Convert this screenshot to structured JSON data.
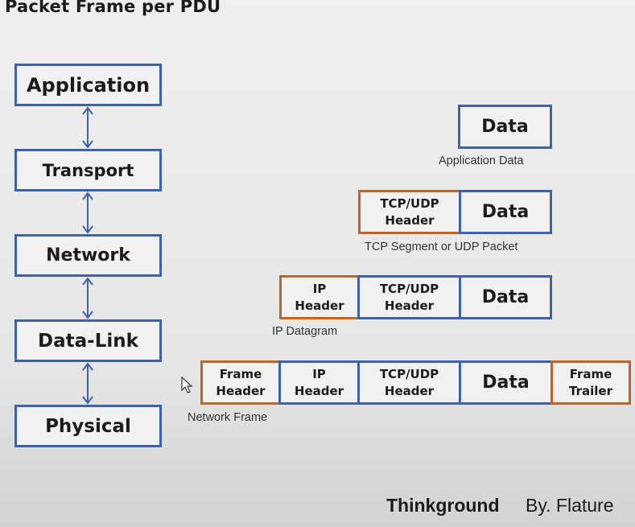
{
  "title": "Packet Frame per PDU",
  "layers": [
    {
      "label": "Application"
    },
    {
      "label": "Transport"
    },
    {
      "label": "Network"
    },
    {
      "label": "Data-Link"
    },
    {
      "label": "Physical"
    }
  ],
  "stack1": {
    "data": "Data",
    "caption": "Application Data"
  },
  "stack2": {
    "tcp_l1": "TCP/UDP",
    "tcp_l2": "Header",
    "data": "Data",
    "caption": "TCP Segment or UDP Packet"
  },
  "stack3": {
    "ip_l1": "IP",
    "ip_l2": "Header",
    "tcp_l1": "TCP/UDP",
    "tcp_l2": "Header",
    "data": "Data",
    "caption": "IP Datagram"
  },
  "stack4": {
    "fh_l1": "Frame",
    "fh_l2": "Header",
    "ip_l1": "IP",
    "ip_l2": "Header",
    "tcp_l1": "TCP/UDP",
    "tcp_l2": "Header",
    "data": "Data",
    "ft_l1": "Frame",
    "ft_l2": "Trailer",
    "caption": "Network Frame"
  },
  "brand": {
    "name": "Thinkground",
    "by": "By. Flature"
  },
  "colors": {
    "layer_border": "#3f61a9",
    "header_border": "#b8662c"
  },
  "icons": [
    "double-arrow-icon",
    "mouse-cursor-icon"
  ]
}
